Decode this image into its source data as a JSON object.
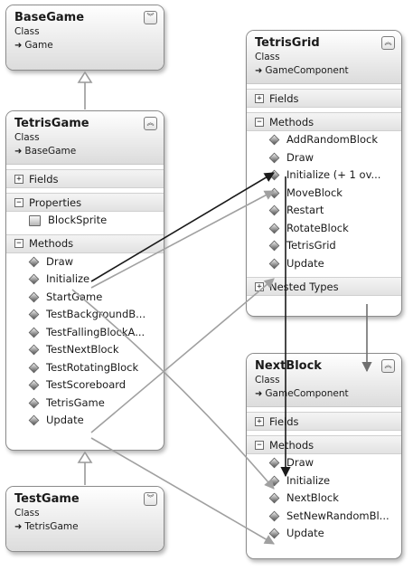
{
  "toggle_icons": {
    "expanded": "chevron-up-icon",
    "collapsed": "chevron-down-icon"
  },
  "member_icon": "method-icon",
  "property_icon": "property-icon",
  "base_game": {
    "name": "BaseGame",
    "kind": "Class",
    "base": "Game",
    "toggle": "︾"
  },
  "tetris_game": {
    "name": "TetrisGame",
    "kind": "Class",
    "base": "BaseGame",
    "toggle": "︽",
    "sections": {
      "fields": "Fields",
      "properties": "Properties",
      "methods": "Methods"
    },
    "properties": [
      "BlockSprite"
    ],
    "methods": [
      "Draw",
      "Initialize",
      "StartGame",
      "TestBackgroundB...",
      "TestFallingBlockA...",
      "TestNextBlock",
      "TestRotatingBlock",
      "TestScoreboard",
      "TetrisGame",
      "Update"
    ]
  },
  "test_game": {
    "name": "TestGame",
    "kind": "Class",
    "base": "TetrisGame",
    "toggle": "︾"
  },
  "tetris_grid": {
    "name": "TetrisGrid",
    "kind": "Class",
    "base": "GameComponent",
    "toggle": "︽",
    "sections": {
      "fields": "Fields",
      "methods": "Methods",
      "nested": "Nested Types"
    },
    "methods": [
      "AddRandomBlock",
      "Draw",
      "Initialize (+ 1 ov...",
      "MoveBlock",
      "Restart",
      "RotateBlock",
      "TetrisGrid",
      "Update"
    ]
  },
  "next_block": {
    "name": "NextBlock",
    "kind": "Class",
    "base": "GameComponent",
    "toggle": "︽",
    "sections": {
      "fields": "Fields",
      "methods": "Methods"
    },
    "methods": [
      "Draw",
      "Initialize",
      "NextBlock",
      "SetNewRandomBl...",
      "Update"
    ]
  },
  "symbols": {
    "inherits_arrow": "➜",
    "expanded": "−",
    "collapsed": "+"
  }
}
